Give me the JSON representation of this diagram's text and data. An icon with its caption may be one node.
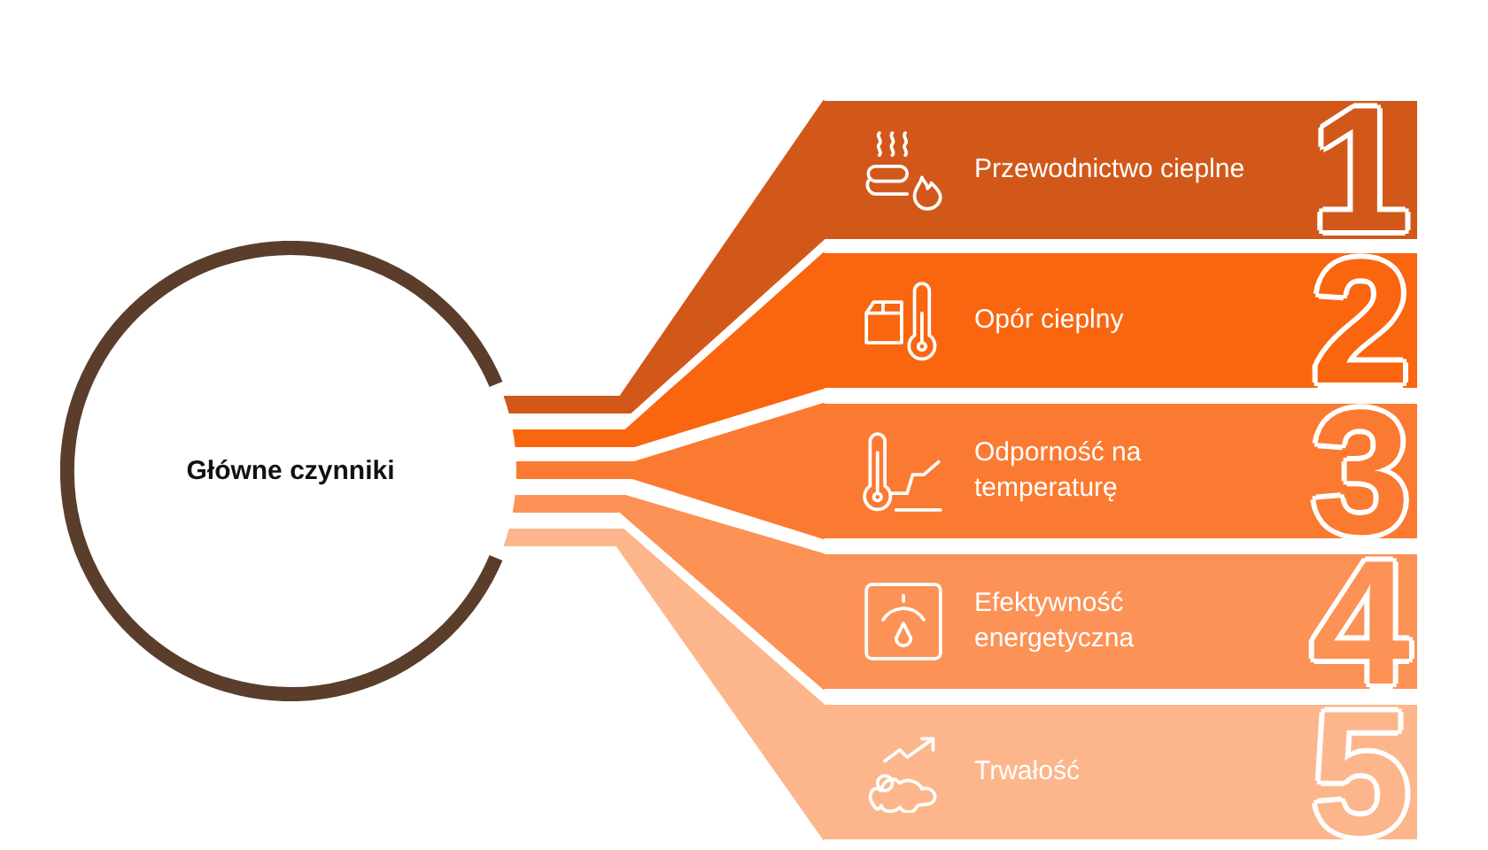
{
  "diagram": {
    "nodes": [
      {
        "text": [
          "Główne czynniki"
        ]
      },
      {
        "text": [
          "Przewodnictwo cieplne",
          "1"
        ]
      },
      {
        "text": [
          "Opór cieplny",
          "2"
        ]
      },
      {
        "text": [
          "Odporność na temperaturę",
          "3"
        ]
      },
      {
        "text": [
          "Efektywność energetyczna",
          "4"
        ]
      },
      {
        "text": [
          "Trwałość",
          "5"
        ]
      }
    ],
    "edges": [
      {
        "from": 0,
        "to": 1,
        "arrow": "none",
        "color": "#d2581a"
      },
      {
        "from": 0,
        "to": 2,
        "arrow": "none",
        "color": "#f9660f"
      },
      {
        "from": 0,
        "to": 3,
        "arrow": "none",
        "color": "#fb7a31"
      },
      {
        "from": 0,
        "to": 4,
        "arrow": "none",
        "color": "#fc9256"
      },
      {
        "from": 0,
        "to": 5,
        "arrow": "none",
        "color": "#fdb68b"
      }
    ]
  }
}
